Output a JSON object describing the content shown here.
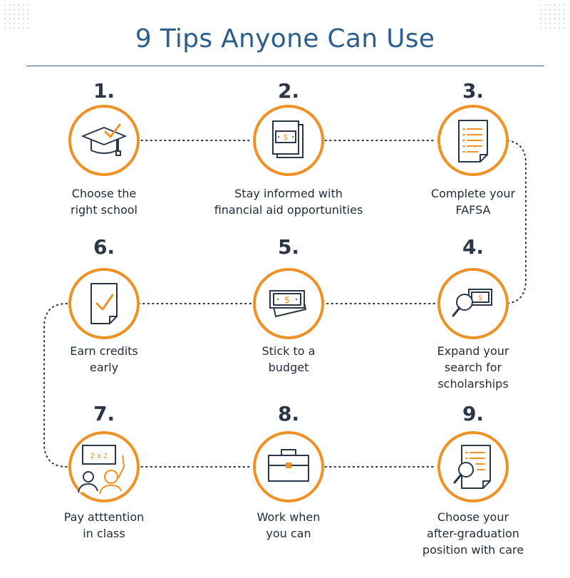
{
  "header": {
    "title": "9 Tips Anyone Can Use"
  },
  "colors": {
    "navy": "#2b3648",
    "blue": "#2b5e8c",
    "orange": "#ef9124",
    "dots": "#d6d9de"
  },
  "tips": [
    {
      "number": "1.",
      "lines": [
        "Choose the",
        "right school"
      ],
      "icon": "graduation-cap-check-icon"
    },
    {
      "number": "2.",
      "lines": [
        "Stay informed with",
        "financial aid opportunities"
      ],
      "icon": "stacked-documents-dollar-icon"
    },
    {
      "number": "3.",
      "lines": [
        "Complete your",
        "FAFSA"
      ],
      "icon": "form-document-icon"
    },
    {
      "number": "4.",
      "lines": [
        "Expand your",
        "search for",
        "scholarships"
      ],
      "icon": "magnifier-dollar-icon"
    },
    {
      "number": "5.",
      "lines": [
        "Stick to a",
        "budget"
      ],
      "icon": "cash-bills-icon"
    },
    {
      "number": "6.",
      "lines": [
        "Earn credits",
        "early"
      ],
      "icon": "document-check-icon"
    },
    {
      "number": "7.",
      "lines": [
        "Pay atttention",
        "in class"
      ],
      "icon": "classroom-icon"
    },
    {
      "number": "8.",
      "lines": [
        "Work when",
        "you can"
      ],
      "icon": "briefcase-icon"
    },
    {
      "number": "9.",
      "lines": [
        "Choose your",
        "after-graduation",
        "position with care"
      ],
      "icon": "document-magnifier-icon"
    }
  ],
  "icon_text": {
    "dollar": "$",
    "board": "2 x 2"
  }
}
